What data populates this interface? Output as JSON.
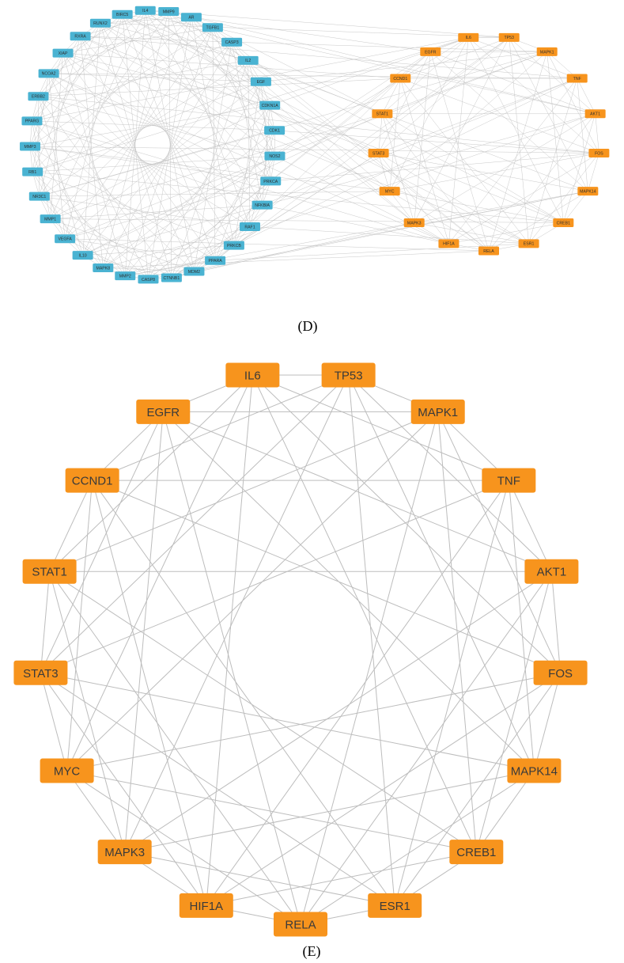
{
  "panels": {
    "d": {
      "label": "(D)",
      "blue_nodes": [
        "MMP9",
        "AR",
        "TGFB1",
        "CASP3",
        "IL2",
        "EGF",
        "CDKN1A",
        "CDK1",
        "NOS2",
        "PRKCA",
        "NFKBIA",
        "RAF1",
        "PRKCB",
        "PPARA",
        "MDM2",
        "CTNNB1",
        "CASP8",
        "MMP2",
        "MAPK8",
        "IL10",
        "VEGFA",
        "MMP1",
        "NR3C1",
        "RB1",
        "MMP3",
        "PPARG",
        "ERBB2",
        "NCOA2",
        "XIAP",
        "RXRA",
        "RUNX2",
        "BIRC5",
        "IL4"
      ],
      "orange_nodes": [
        "TP53",
        "MAPK1",
        "TNF",
        "AKT1",
        "FOS",
        "MAPK14",
        "CREB1",
        "ESR1",
        "RELA",
        "HIF1A",
        "MAPK3",
        "MYC",
        "STAT3",
        "STAT1",
        "CCND1",
        "EGFR",
        "IL6"
      ],
      "colors": {
        "blue": "#4ab3d2",
        "orange": "#f7941d"
      }
    },
    "e": {
      "label": "(E)",
      "nodes": [
        "TP53",
        "MAPK1",
        "TNF",
        "AKT1",
        "FOS",
        "MAPK14",
        "CREB1",
        "ESR1",
        "RELA",
        "HIF1A",
        "MAPK3",
        "MYC",
        "STAT3",
        "STAT1",
        "CCND1",
        "EGFR",
        "IL6"
      ],
      "colors": {
        "node": "#f7941d",
        "edge": "#bdbdbd"
      }
    }
  }
}
